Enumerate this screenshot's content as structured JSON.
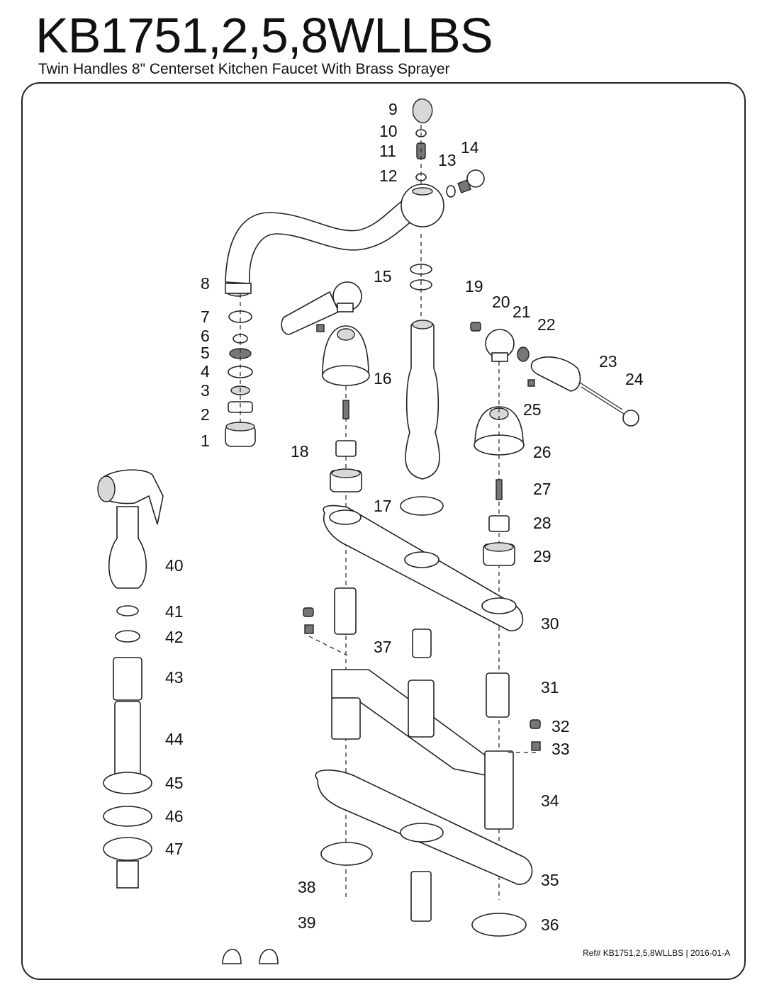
{
  "header": {
    "model": "KB1751,2,5,8WLLBS",
    "description": "Twin Handles 8\" Centerset Kitchen Faucet With Brass Sprayer"
  },
  "footer": {
    "reference": "Ref# KB1751,2,5,8WLLBS | 2016-01-A"
  },
  "callouts": [
    "1",
    "2",
    "3",
    "4",
    "5",
    "6",
    "7",
    "8",
    "9",
    "10",
    "11",
    "12",
    "13",
    "14",
    "15",
    "16",
    "17",
    "18",
    "19",
    "20",
    "21",
    "22",
    "23",
    "24",
    "25",
    "26",
    "27",
    "28",
    "29",
    "30",
    "31",
    "32",
    "33",
    "34",
    "35",
    "36",
    "37",
    "38",
    "39",
    "40",
    "41",
    "42",
    "43",
    "44",
    "45",
    "46",
    "47"
  ]
}
